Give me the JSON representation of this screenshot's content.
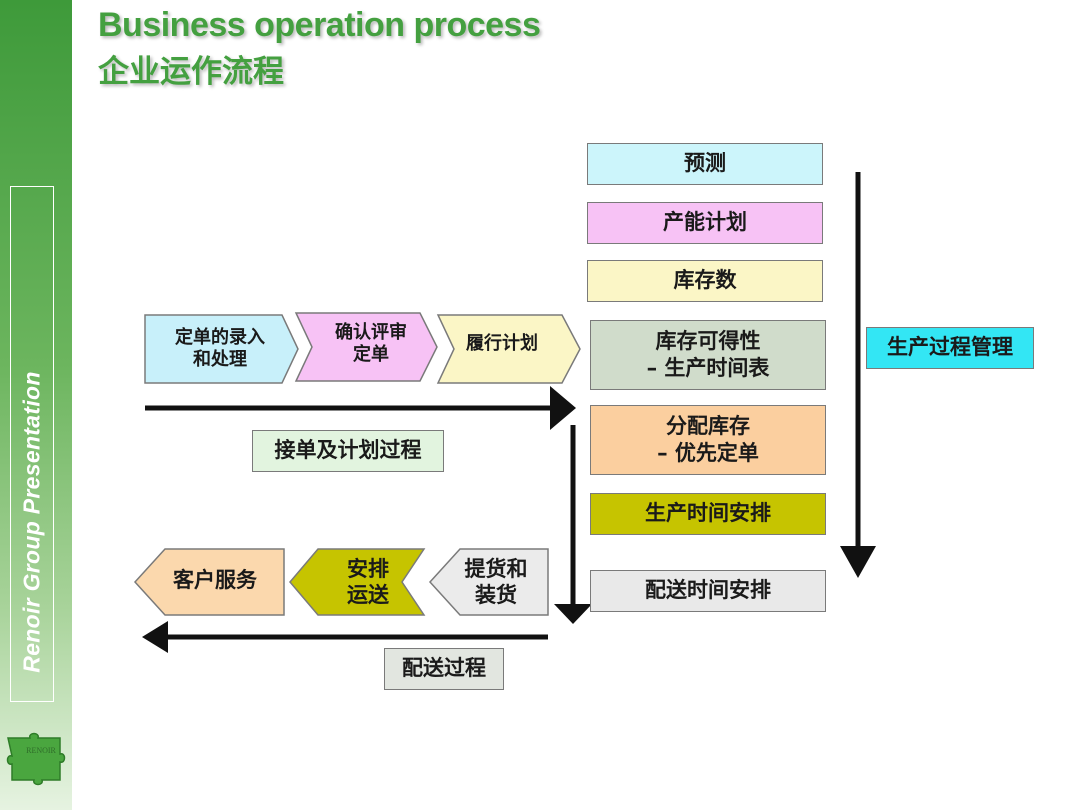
{
  "title": {
    "en": "Business operation process",
    "zh": "企业运作流程"
  },
  "sidebar": {
    "text": "Renoir Group Presentation",
    "logo_text": "RENOIR"
  },
  "right_column": [
    {
      "lines": [
        "预测"
      ],
      "fill": "#ccf5fb"
    },
    {
      "lines": [
        "产能计划"
      ],
      "fill": "#f7c2f5"
    },
    {
      "lines": [
        "库存数"
      ],
      "fill": "#fbf6c6"
    },
    {
      "lines": [
        "库存可得性",
        "– 生产时间表"
      ],
      "fill": "#d0dccb"
    },
    {
      "lines": [
        "分配库存",
        "– 优先定单"
      ],
      "fill": "#fbcf9f"
    },
    {
      "lines": [
        "生产时间安排"
      ],
      "fill": "#c6c400"
    },
    {
      "lines": [
        "配送时间安排"
      ],
      "fill": "#e9e9e9"
    }
  ],
  "order_flow": [
    {
      "lines": [
        "定单的录入",
        "和处理"
      ],
      "fill": "#c8f0fa"
    },
    {
      "lines": [
        "确认评审",
        "定单"
      ],
      "fill": "#f7c2f5"
    },
    {
      "lines": [
        "履行计划"
      ],
      "fill": "#fbf6c6"
    }
  ],
  "delivery_flow": [
    {
      "lines": [
        "客户服务"
      ],
      "fill": "#fbd8ad"
    },
    {
      "lines": [
        "安排",
        "运送"
      ],
      "fill": "#c6c400"
    },
    {
      "lines": [
        "提货和",
        "装货"
      ],
      "fill": "#ebebeb"
    }
  ],
  "labels": {
    "order_planning": "接单及计划过程",
    "production_management": "生产过程管理",
    "delivery_process": "配送过程"
  },
  "label_colors": {
    "order_planning": "#e2f4df",
    "production_management": "#33e6f4",
    "delivery_process": "#e2e6e0"
  }
}
